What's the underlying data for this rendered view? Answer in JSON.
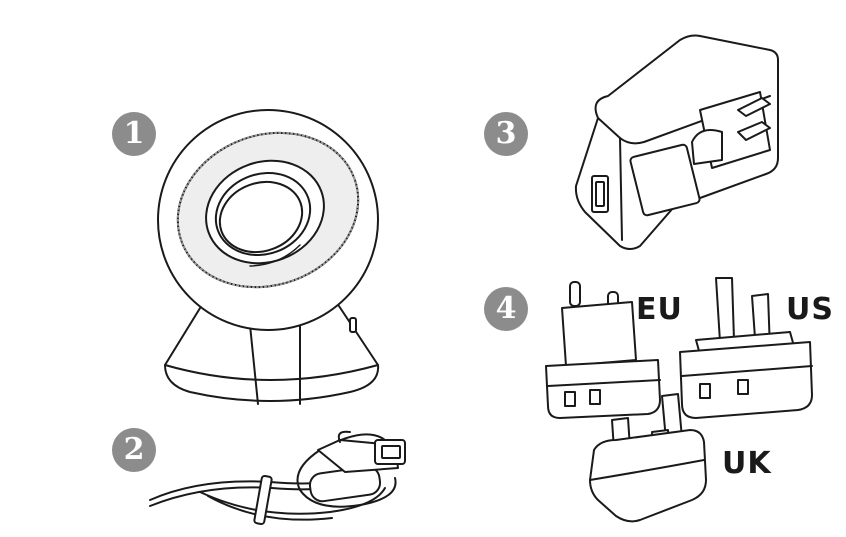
{
  "items": [
    {
      "number": "1",
      "icon": "speaker-icon"
    },
    {
      "number": "2",
      "icon": "usb-cable-icon"
    },
    {
      "number": "3",
      "icon": "power-adapter-icon"
    },
    {
      "number": "4",
      "icon": "plug-adapters-icon"
    }
  ],
  "plug_labels": {
    "eu": "EU",
    "us": "US",
    "uk": "UK"
  },
  "colors": {
    "badge": "#8c8c8c",
    "outline": "#1a1a1a"
  }
}
